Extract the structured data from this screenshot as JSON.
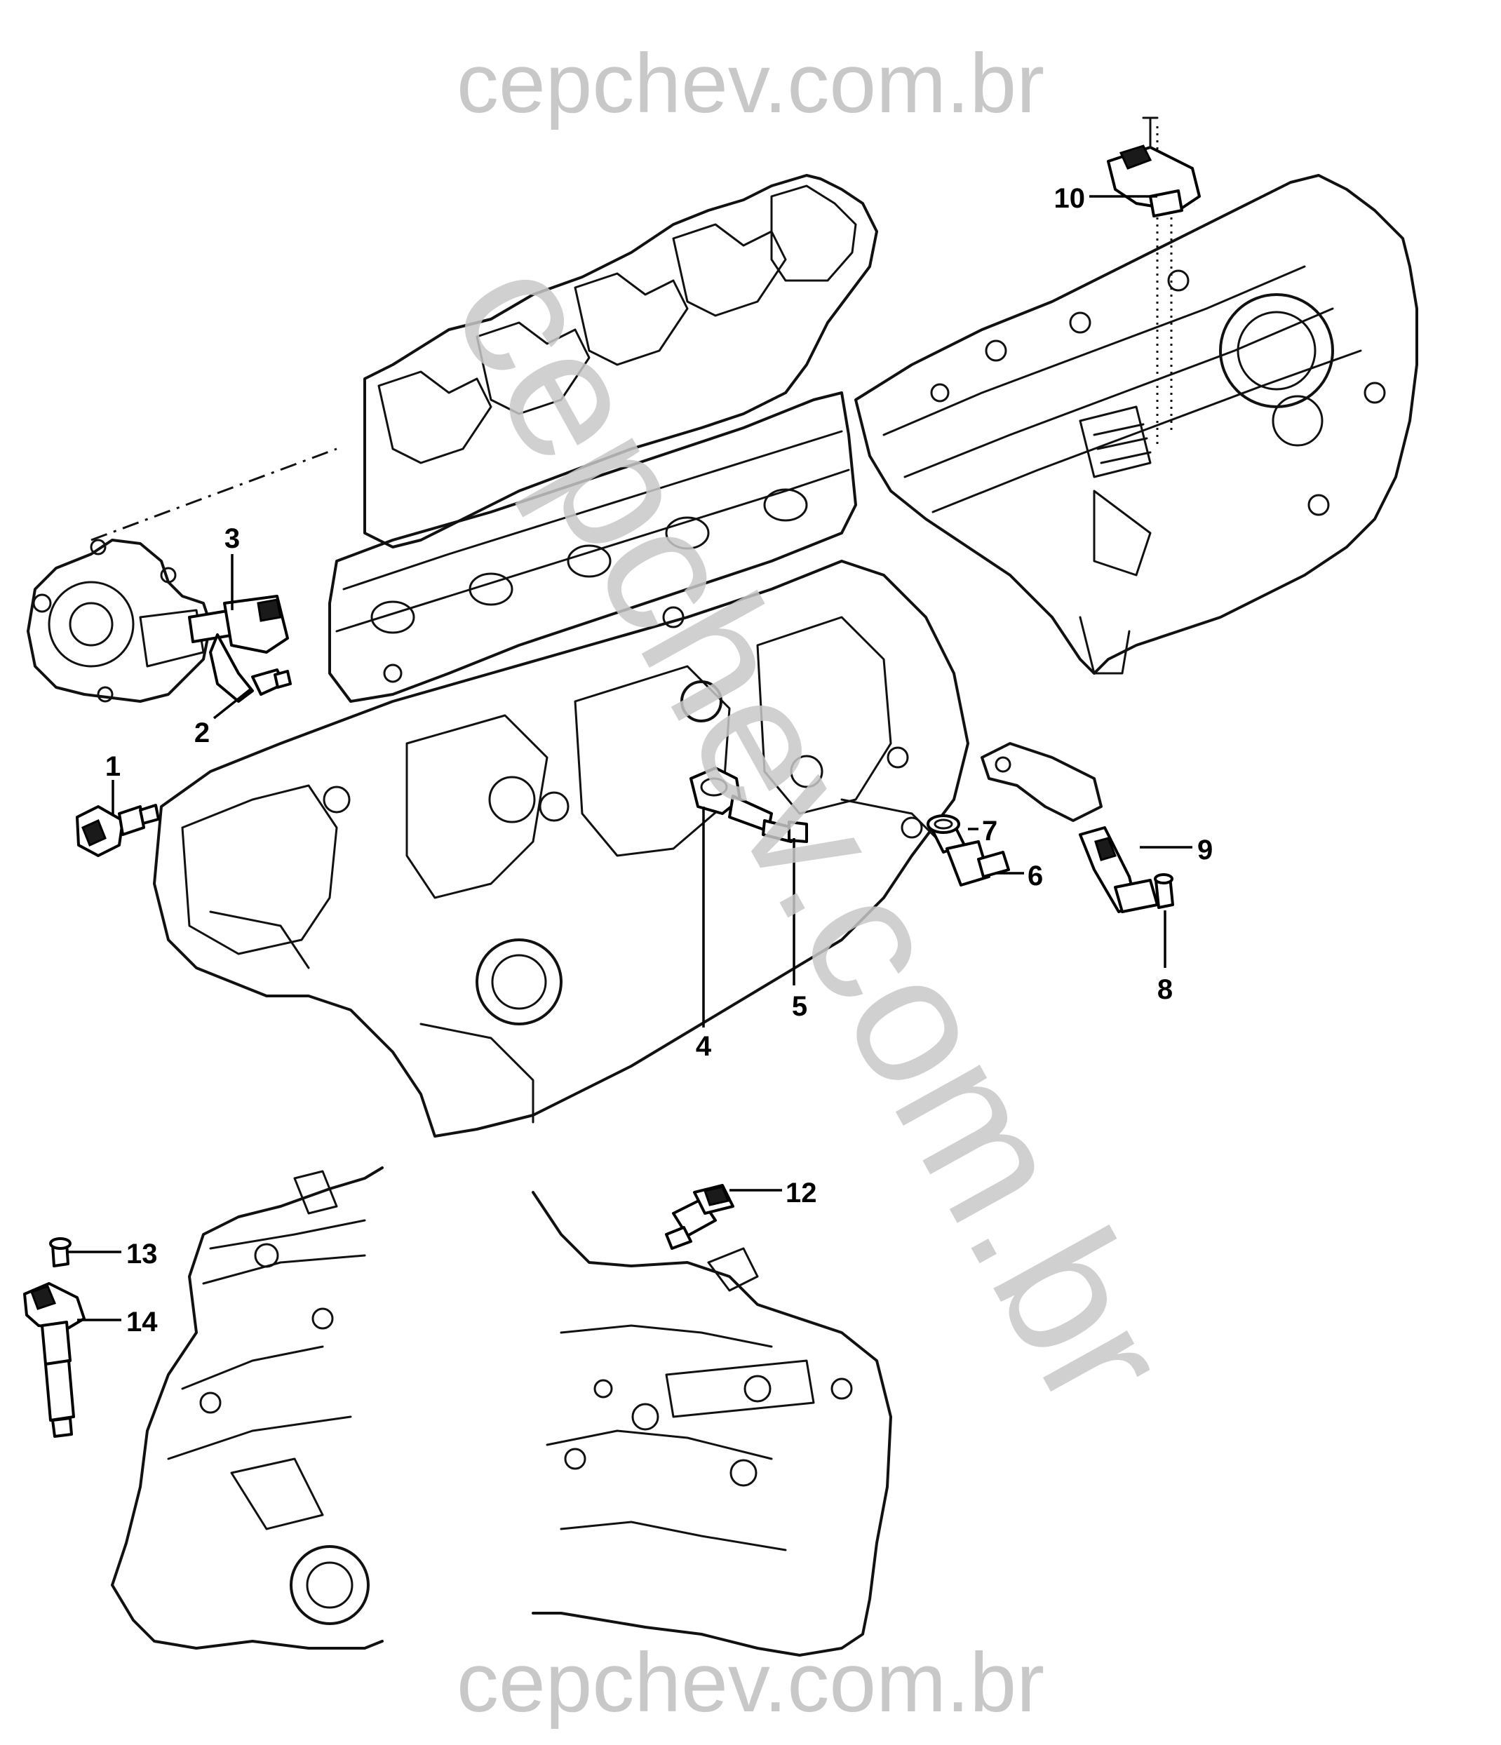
{
  "watermarks": {
    "top": "cepchev.com.br",
    "diagonal": "cepchev.com.br",
    "bottom": "cepchev.com.br"
  },
  "callouts": [
    "1",
    "2",
    "3",
    "4",
    "5",
    "6",
    "7",
    "8",
    "9",
    "10",
    "12",
    "13",
    "14"
  ],
  "colors": {
    "line": "#000000",
    "watermark": "#c8c8c8",
    "background": "#ffffff"
  }
}
